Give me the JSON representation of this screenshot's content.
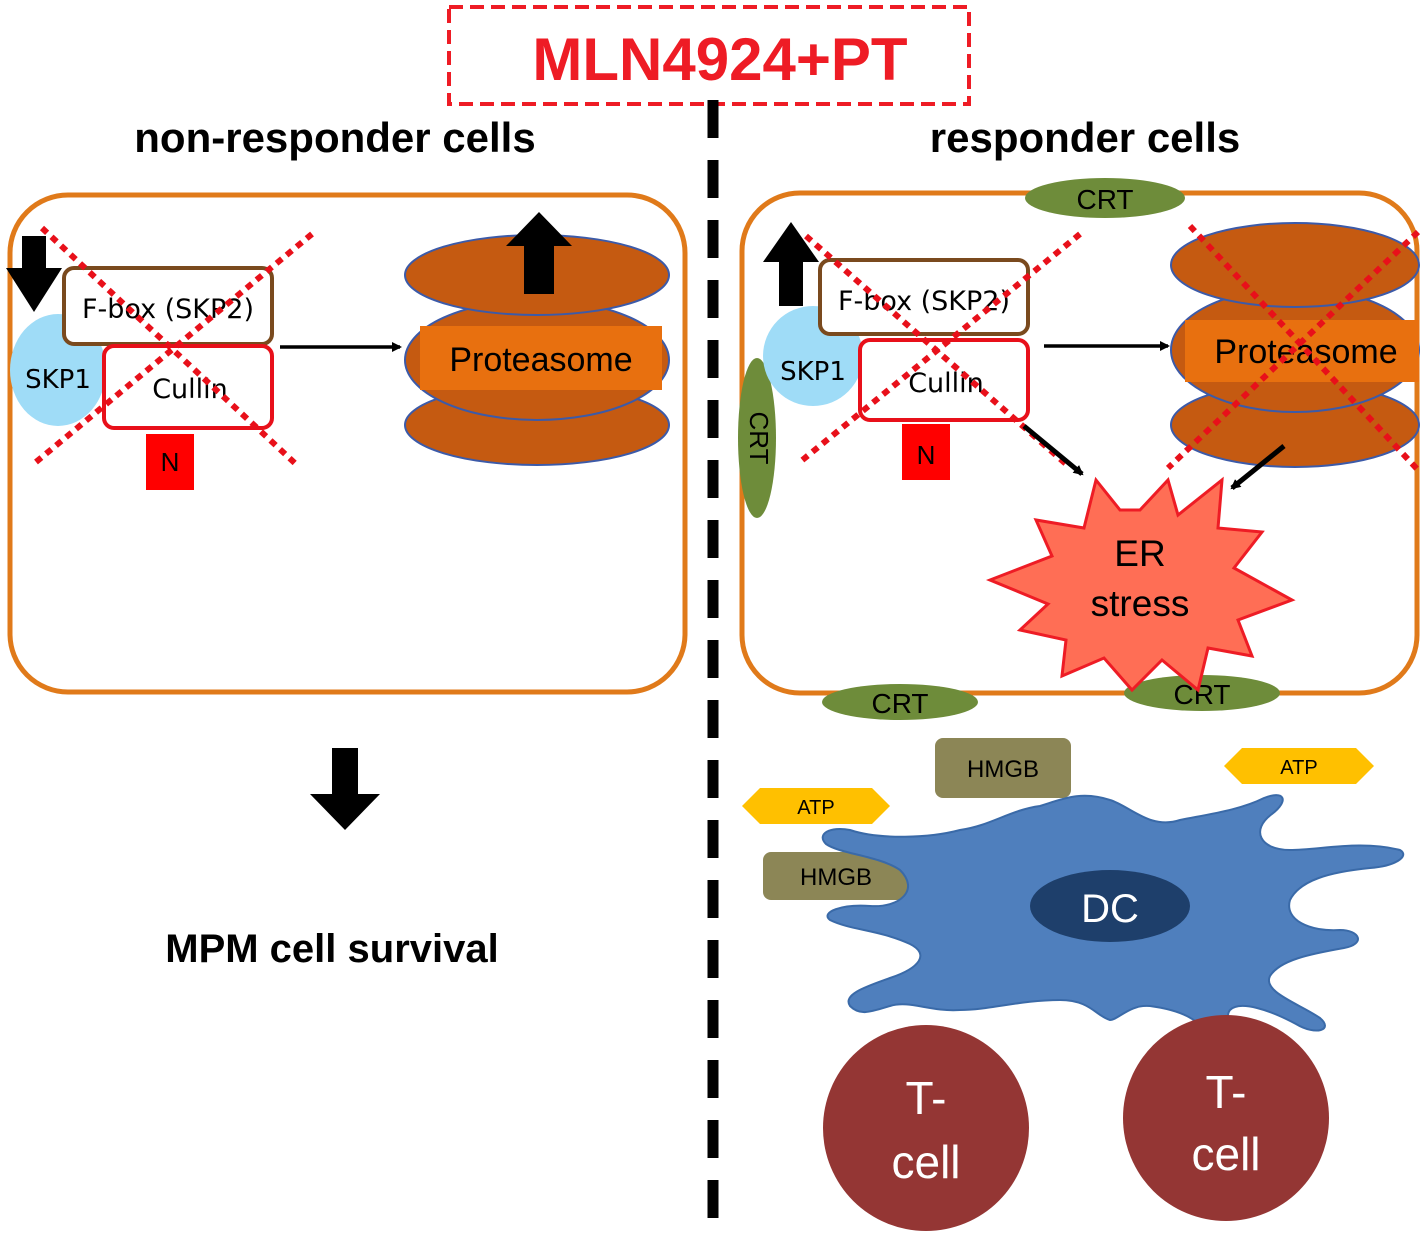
{
  "title": "MLN4924+PT",
  "left": {
    "heading": "non-responder cells",
    "fbox": "F-box (SKP2)",
    "cullin": "Cullin",
    "skp1": "SKP1",
    "n": "N",
    "proteasome": "Proteasome",
    "outcome": "MPM cell survival"
  },
  "right": {
    "heading": "responder cells",
    "fbox": "F-box (SKP2)",
    "cullin": "Cullin",
    "skp1": "SKP1",
    "n": "N",
    "proteasome": "Proteasome",
    "er_line1": "ER",
    "er_line2": "stress",
    "crt_top": "CRT",
    "crt_left": "CRT",
    "crt_bottom_left": "CRT",
    "crt_bottom_right": "CRT",
    "hmgb_1": "HMGB",
    "hmgb_2": "HMGB",
    "atp_1": "ATP",
    "atp_2": "ATP",
    "dc": "DC",
    "tcell_1_line1": "T-",
    "tcell_1_line2": "cell",
    "tcell_2_line1": "T-",
    "tcell_2_line2": "cell"
  },
  "colors": {
    "title_red": "#ee1c25",
    "cell_border": "#e07a1a",
    "proteasome_fill": "#c55a11",
    "proteasome_band": "#e8700f",
    "proteasome_stroke": "#3c5aa8",
    "skp1_fill": "#9fdcf7",
    "fbox_border": "#7a4a1e",
    "cullin_border": "#e8101a",
    "n_fill": "#ff0000",
    "crt_fill": "#6e8c3a",
    "hmgb_fill": "#8c8656",
    "atp_fill": "#ffc000",
    "er_fill": "#ff6e55",
    "dc_fill": "#4f7fbd",
    "dc_nucleus": "#1e3f6b",
    "tcell_fill": "#943634",
    "cross_red": "#e8101a"
  }
}
